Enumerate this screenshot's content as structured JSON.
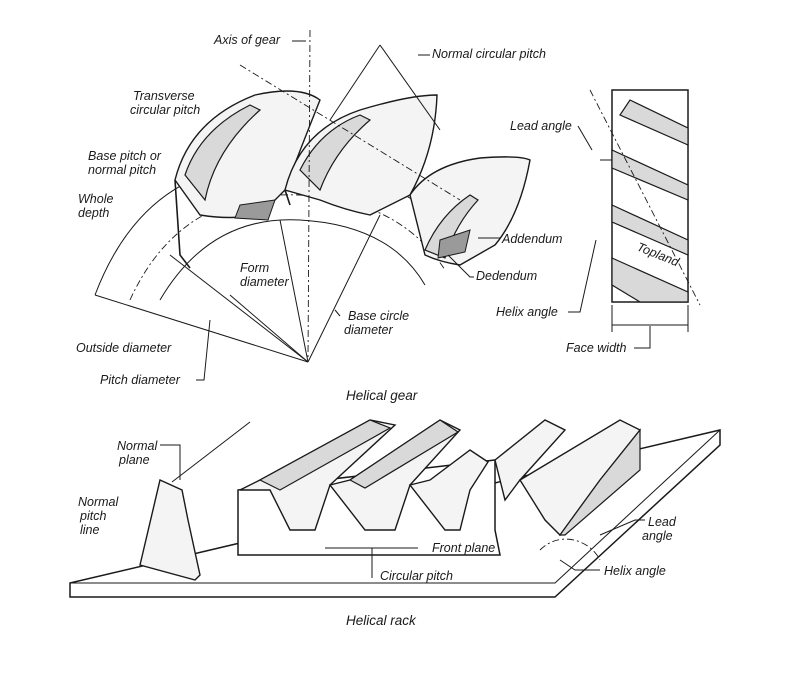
{
  "helical_gear": {
    "caption": "Helical gear",
    "labels": {
      "axis_of_gear": "Axis of gear",
      "normal_circular_pitch": "Normal circular pitch",
      "transverse_circular_pitch_1": "Transverse",
      "transverse_circular_pitch_2": "circular pitch",
      "base_pitch_1": "Base pitch or",
      "base_pitch_2": "normal pitch",
      "whole_depth_1": "Whole",
      "whole_depth_2": "depth",
      "form_diameter_1": "Form",
      "form_diameter_2": "diameter",
      "base_circle_diameter_1": "Base circle",
      "base_circle_diameter_2": "diameter",
      "outside_diameter": "Outside diameter",
      "pitch_diameter": "Pitch diameter",
      "addendum": "Addendum",
      "dedendum": "Dedendum"
    }
  },
  "side_view": {
    "labels": {
      "lead_angle": "Lead angle",
      "helix_angle": "Helix angle",
      "face_width": "Face width",
      "topland": "Topland"
    }
  },
  "helical_rack": {
    "caption": "Helical rack",
    "labels": {
      "normal_plane_1": "Normal",
      "normal_plane_2": "plane",
      "normal_pitch_line_1": "Normal",
      "normal_pitch_line_2": "pitch",
      "normal_pitch_line_3": "line",
      "front_plane": "Front plane",
      "circular_pitch": "Circular pitch",
      "lead_angle_1": "Lead",
      "lead_angle_2": "angle",
      "helix_angle": "Helix angle"
    }
  }
}
